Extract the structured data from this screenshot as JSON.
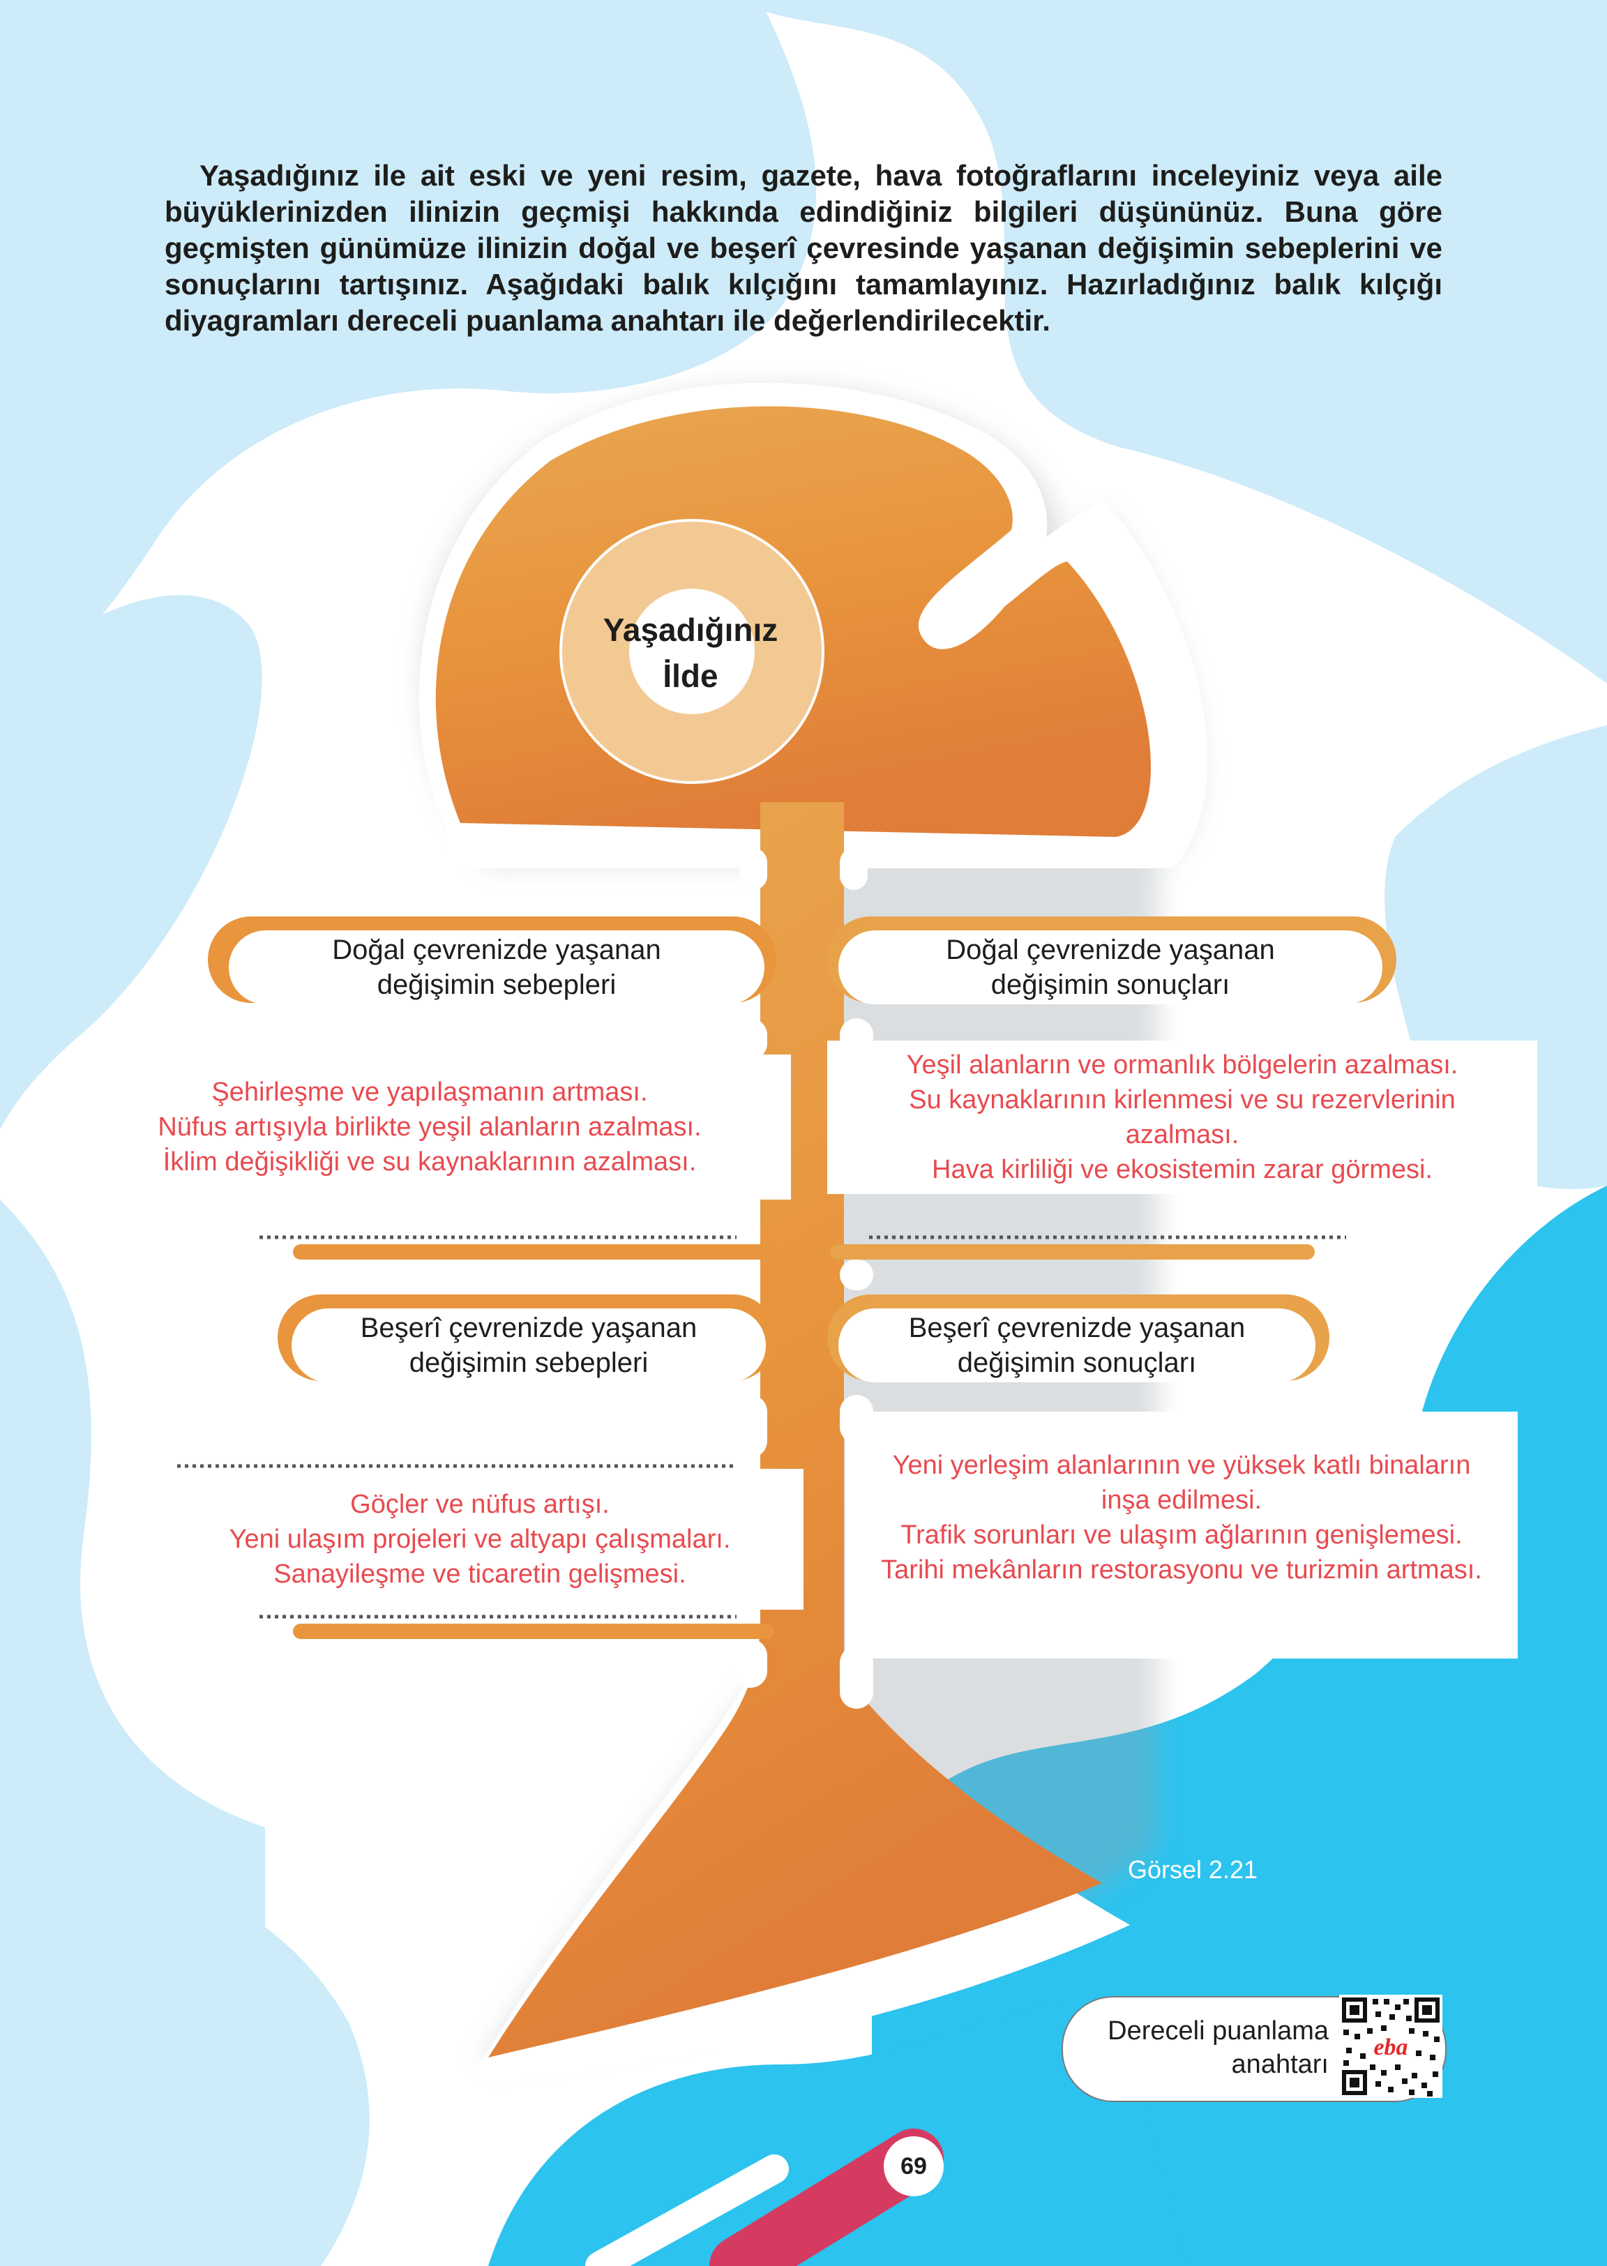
{
  "intro": {
    "text": "Yaşadığınız ile ait eski ve yeni resim, gazete, hava fotoğraflarını inceleyiniz veya aile büyüklerinizden ilinizin geçmişi hakkında edindiğiniz bilgileri düşününüz. Buna göre geçmişten günümüze ilinizin doğal ve beşerî çevresinde yaşanan değişimin sebeplerini ve sonuçlarını tartışınız. Aşağıdaki balık kılçığını tamamlayınız. Hazırladığınız balık kılçığı diyagramları dereceli puanlama anahtarı ile değerlendirilecektir."
  },
  "fish": {
    "head": {
      "line1": "Yaşadığınız",
      "line2": "İlde"
    },
    "natural_causes": {
      "label": {
        "line1": "Doğal çevrenizde yaşanan",
        "line2": "değişimin sebepleri"
      },
      "items": [
        "Şehirleşme ve yapılaşmanın artması.",
        "Nüfus artışıyla birlikte yeşil alanların azalması.",
        "İklim değişikliği ve su kaynaklarının azalması."
      ]
    },
    "natural_effects": {
      "label": {
        "line1": "Doğal çevrenizde yaşanan",
        "line2": "değişimin sonuçları"
      },
      "items": [
        "Yeşil alanların ve ormanlık bölgelerin azalması.",
        "Su kaynaklarının kirlenmesi ve su rezervlerinin azalması.",
        "Hava kirliliği ve ekosistemin zarar görmesi."
      ]
    },
    "human_causes": {
      "label": {
        "line1": "Beşerî çevrenizde yaşanan",
        "line2": "değişimin sebepleri"
      },
      "items": [
        "Göçler ve nüfus artışı.",
        "Yeni ulaşım projeleri ve altyapı çalışmaları.",
        "Sanayileşme ve ticaretin gelişmesi."
      ]
    },
    "human_effects": {
      "label": {
        "line1": "Beşerî çevrenizde yaşanan",
        "line2": "değişimin sonuçları"
      },
      "items": [
        "Yeni yerleşim alanlarının ve yüksek katlı binaların inşa edilmesi.",
        "Trafik sorunları ve ulaşım ağlarının genişlemesi.",
        "Tarihi mekânların restorasyonu ve turizmin artması."
      ]
    }
  },
  "caption": "Görsel 2.21",
  "qr": {
    "label_line1": "Dereceli puanlama",
    "label_line2": "anahtarı",
    "logo_text": "eba"
  },
  "page_number": "69",
  "colors": {
    "fish_orange": "#e8953d",
    "light_blue": "#cdebf9",
    "cyan": "#2cc3ee",
    "text_red": "#e84a4f",
    "page_pink": "#d53a61"
  }
}
